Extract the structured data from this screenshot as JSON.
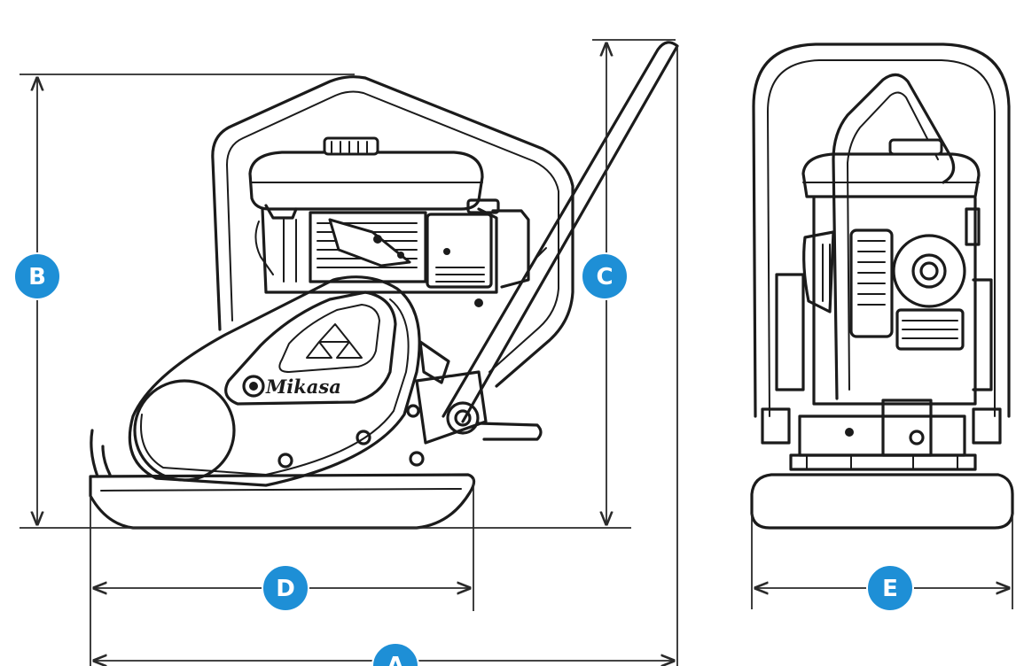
{
  "brand": "Mikasa",
  "accent_color": "#1e8fd6",
  "dimension_badges": {
    "a": "A",
    "b": "B",
    "c": "C",
    "d": "D",
    "e": "E"
  }
}
